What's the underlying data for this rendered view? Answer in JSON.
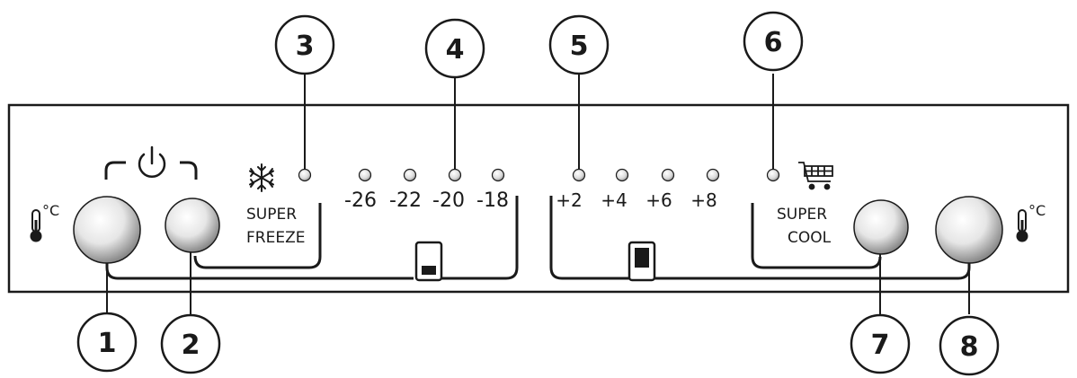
{
  "callouts": [
    "1",
    "2",
    "3",
    "4",
    "5",
    "6",
    "7",
    "8"
  ],
  "power_symbol": "(|)",
  "freezer": {
    "super_line1": "SUPER",
    "super_line2": "FREEZE",
    "temps": [
      "-26",
      "-22",
      "-20",
      "-18"
    ]
  },
  "fridge": {
    "temps": [
      "+2",
      "+4",
      "+6",
      "+8"
    ],
    "super_line1": "SUPER",
    "super_line2": "COOL"
  },
  "unit_celsius": "°C",
  "icons": [
    "thermometer-icon",
    "power-icon",
    "snowflake-icon",
    "shopping-cart-icon",
    "freezer-compartment-icon",
    "fridge-compartment-icon"
  ]
}
